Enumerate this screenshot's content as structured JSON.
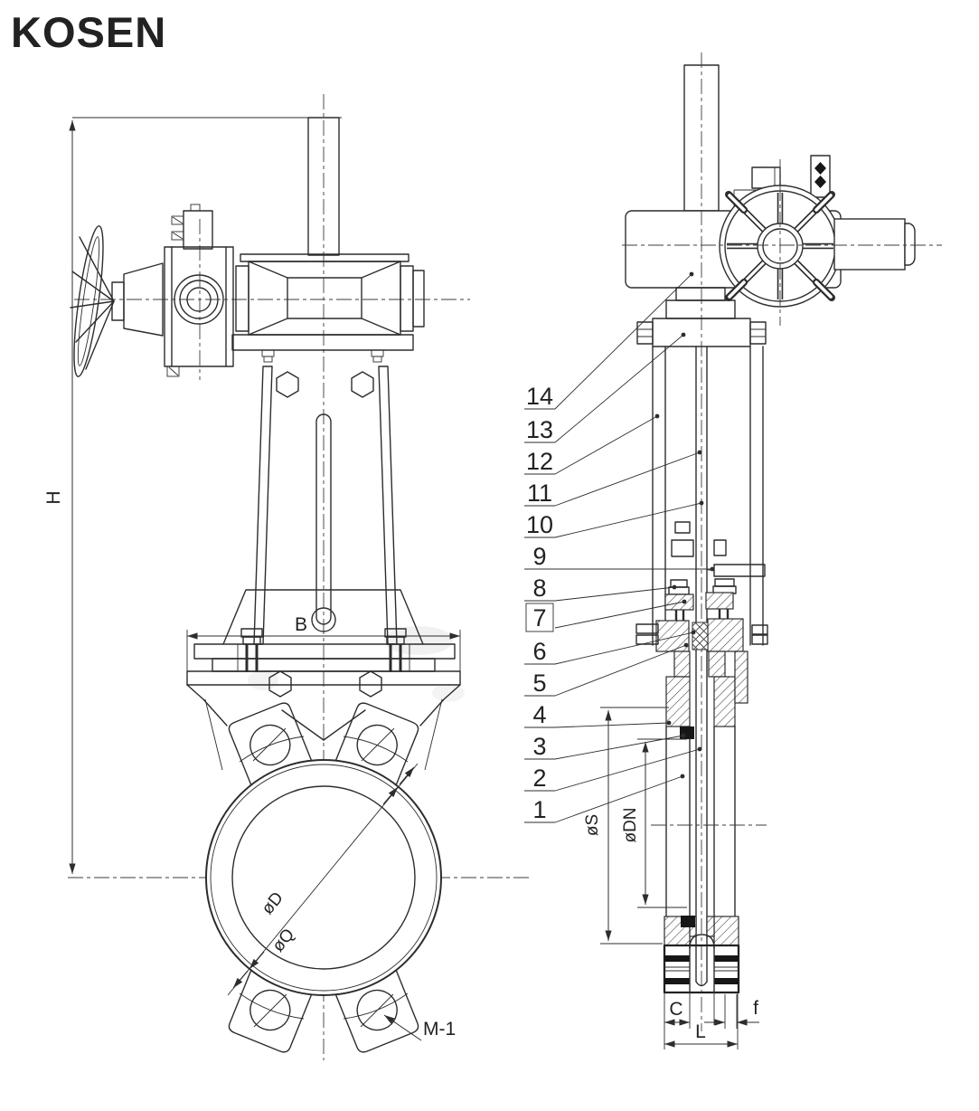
{
  "logo": {
    "text": "KOSEN",
    "color": "#1660AC"
  },
  "drawing": {
    "line_color": "#2d2d2d",
    "background": "#ffffff"
  },
  "front_view": {
    "dim_height": "H",
    "dim_width": "B",
    "dim_bore": "øD",
    "dim_bolt_circle": "øQ",
    "dim_thread": "M-1"
  },
  "side_view": {
    "dim_seal": "øS",
    "dim_nominal": "øDN",
    "dim_chamber": "C",
    "dim_face": "f",
    "dim_length": "L"
  },
  "callouts": {
    "items": [
      {
        "label": "14"
      },
      {
        "label": "13"
      },
      {
        "label": "12"
      },
      {
        "label": "11"
      },
      {
        "label": "10"
      },
      {
        "label": "9"
      },
      {
        "label": "8"
      },
      {
        "label": "7"
      },
      {
        "label": "6"
      },
      {
        "label": "5"
      },
      {
        "label": "4"
      },
      {
        "label": "3"
      },
      {
        "label": "2"
      },
      {
        "label": "1"
      }
    ]
  }
}
